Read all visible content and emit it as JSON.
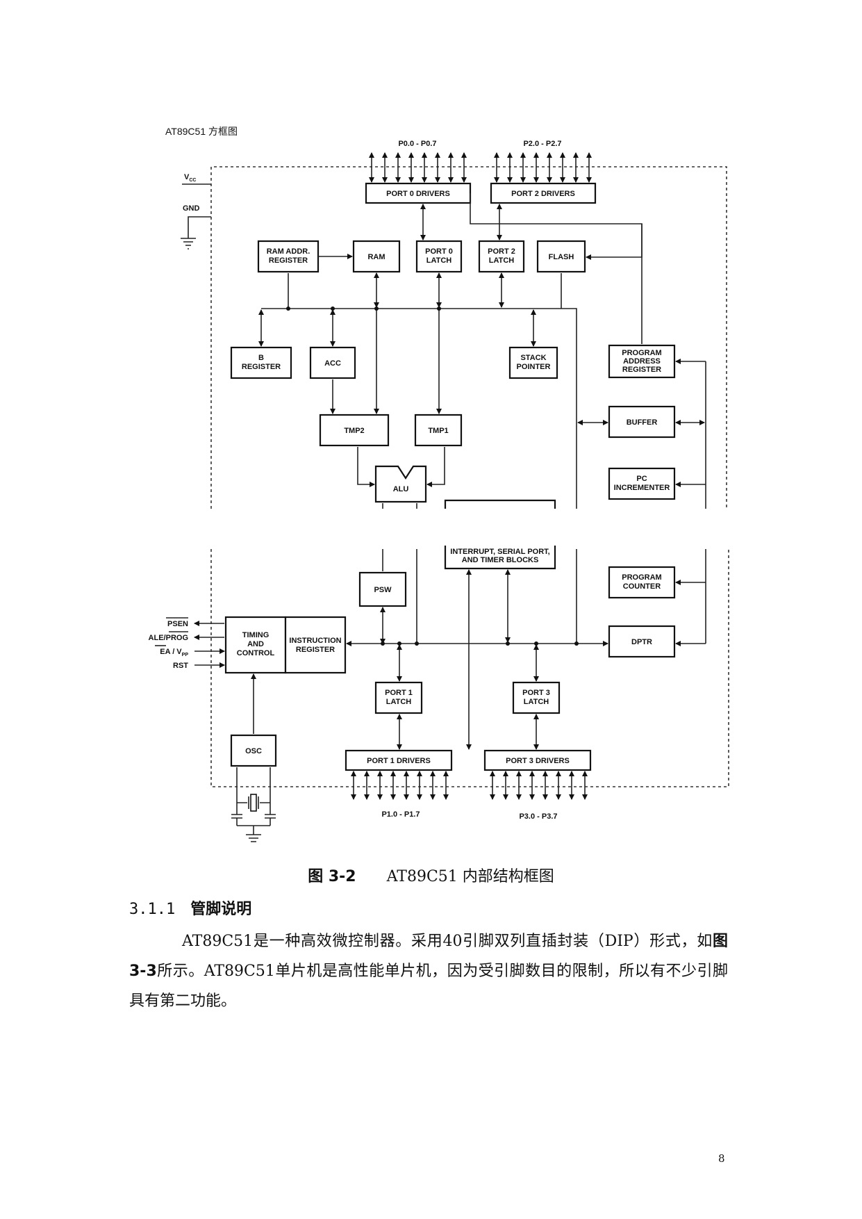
{
  "diagram": {
    "title": "AT89C51 方框图",
    "pins_top_left": "P0.0 - P0.7",
    "pins_top_right": "P2.0 - P2.7",
    "pins_bottom_left": "P1.0 - P1.7",
    "pins_bottom_right": "P3.0 - P3.7",
    "vcc": "V",
    "vcc_sub": "CC",
    "gnd": "GND",
    "psen": "PSEN",
    "ale": "ALE/PROG",
    "ea": "EA / V",
    "ea_sub": "PP",
    "rst": "RST",
    "blocks": {
      "port0_drivers": "PORT 0 DRIVERS",
      "port2_drivers": "PORT 2 DRIVERS",
      "ram_addr_1": "RAM ADDR.",
      "ram_addr_2": "REGISTER",
      "ram": "RAM",
      "port0_latch_1": "PORT 0",
      "port0_latch_2": "LATCH",
      "port2_latch_1": "PORT 2",
      "port2_latch_2": "LATCH",
      "flash": "FLASH",
      "b_reg_1": "B",
      "b_reg_2": "REGISTER",
      "acc": "ACC",
      "stack_1": "STACK",
      "stack_2": "POINTER",
      "par_1": "PROGRAM",
      "par_2": "ADDRESS",
      "par_3": "REGISTER",
      "buffer": "BUFFER",
      "tmp2": "TMP2",
      "tmp1": "TMP1",
      "pc_inc_1": "PC",
      "pc_inc_2": "INCREMENTER",
      "alu": "ALU",
      "interrupt_1": "INTERRUPT, SERIAL PORT,",
      "interrupt_2": "AND TIMER BLOCKS",
      "psw": "PSW",
      "program_counter_1": "PROGRAM",
      "program_counter_2": "COUNTER",
      "timing_1": "TIMING",
      "timing_2": "AND",
      "timing_3": "CONTROL",
      "instr_1": "INSTRUCTION",
      "instr_2": "REGISTER",
      "dptr": "DPTR",
      "port1_latch_1": "PORT 1",
      "port1_latch_2": "LATCH",
      "port3_latch_1": "PORT 3",
      "port3_latch_2": "LATCH",
      "osc": "OSC",
      "port1_drivers": "PORT 1 DRIVERS",
      "port3_drivers": "PORT 3 DRIVERS"
    }
  },
  "caption": {
    "figure": "图 3-2",
    "text": "AT89C51 内部结构框图"
  },
  "section": {
    "number": "3.1.1",
    "title": "管脚说明"
  },
  "paragraph": {
    "part1": "AT89C51是一种高效微控制器。采用40引脚双列直插封装（DIP）形式，如",
    "ref": "图3-3",
    "part2": "所示。AT89C51单片机是高性能单片机，因为受引脚数目的限制，所以有不少引脚具有第二功能。"
  },
  "page_number": "8"
}
